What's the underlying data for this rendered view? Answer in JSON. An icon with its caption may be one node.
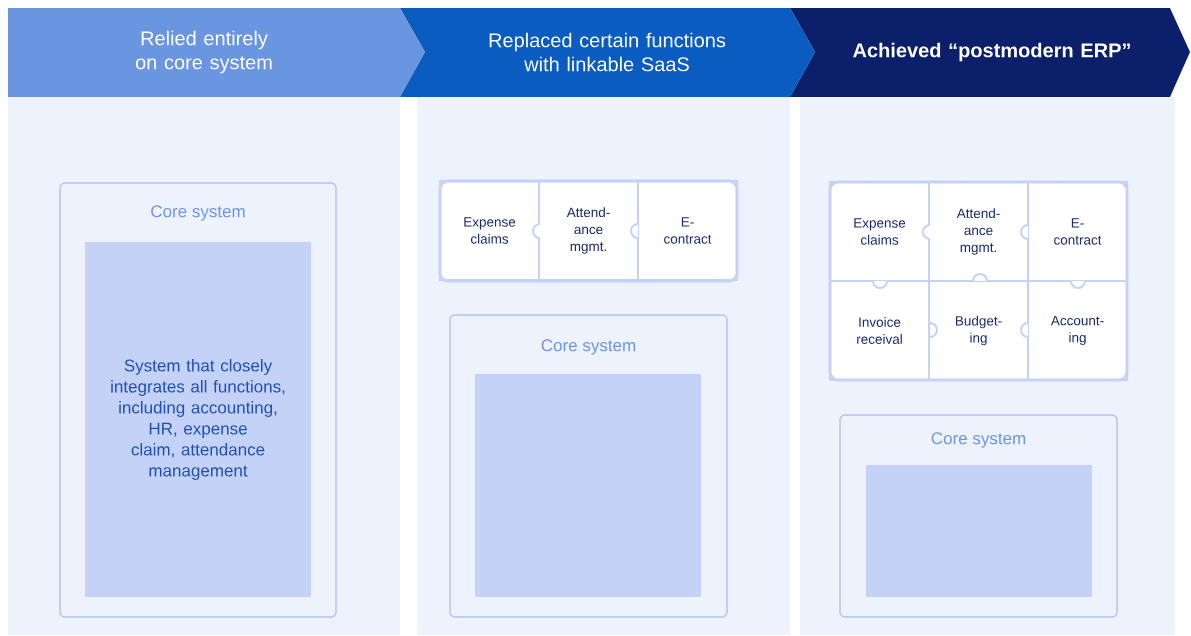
{
  "diagram": {
    "nodes": [
      {
        "text": [
          "Relied entirely on core system"
        ]
      },
      {
        "text": [
          "Core system"
        ],
        "in": 0
      },
      {
        "text": [
          "System that closely integrates all functions, including accounting, HR, expense claim, attendance management"
        ],
        "in": 1
      },
      {
        "text": [
          "Replaced certain functions with linkable SaaS"
        ]
      },
      {
        "text": [],
        "shape": "box",
        "in": 3
      },
      {
        "text": [
          "Expense claims"
        ],
        "in": 4
      },
      {
        "text": [
          "Attend- ance mgmt."
        ],
        "in": 4
      },
      {
        "text": [
          "E- contract"
        ],
        "in": 4
      },
      {
        "text": [
          "Core system"
        ],
        "in": 3
      },
      {
        "text": [],
        "shape": "box",
        "in": 8
      },
      {
        "text": [
          "Achieved “postmodern ERP”"
        ]
      },
      {
        "text": [],
        "shape": "box",
        "in": 10
      },
      {
        "text": [
          "Expense claims"
        ],
        "in": 11
      },
      {
        "text": [
          "Attend- ance mgmt."
        ],
        "in": 11
      },
      {
        "text": [
          "E- contract"
        ],
        "in": 11
      },
      {
        "text": [
          "Invoice receival"
        ],
        "in": 11
      },
      {
        "text": [
          "Budget- ing"
        ],
        "in": 11
      },
      {
        "text": [
          "Account- ing"
        ],
        "in": 11
      },
      {
        "text": [
          "Core system"
        ],
        "in": 10
      },
      {
        "text": [],
        "shape": "box",
        "in": 18
      }
    ]
  }
}
